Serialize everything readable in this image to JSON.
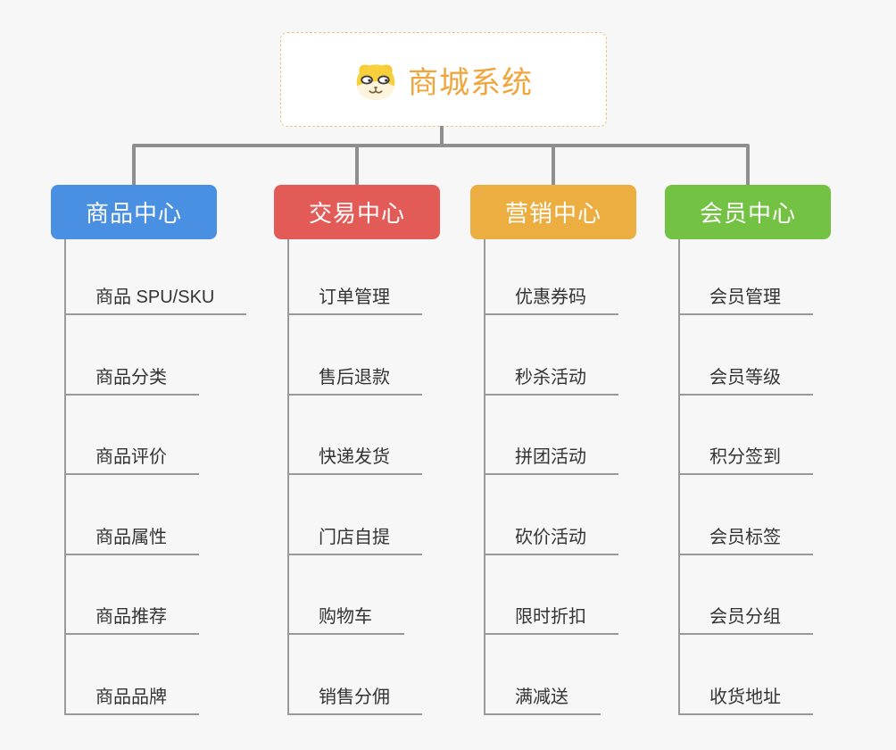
{
  "page": {
    "background": "#F7F7F7",
    "connector_color": "#8F8F8F"
  },
  "root": {
    "title": "商城系统",
    "icon": "doge-icon",
    "text_color": "#F0A63C",
    "border_color": "#EFC183"
  },
  "branches": [
    {
      "label": "商品中心",
      "color": "#4A90E2",
      "children": [
        "商品 SPU/SKU",
        "商品分类",
        "商品评价",
        "商品属性",
        "商品推荐",
        "商品品牌"
      ]
    },
    {
      "label": "交易中心",
      "color": "#E25B56",
      "children": [
        "订单管理",
        "售后退款",
        "快递发货",
        "门店自提",
        "购物车",
        "销售分佣"
      ]
    },
    {
      "label": "营销中心",
      "color": "#ECAE41",
      "children": [
        "优惠券码",
        "秒杀活动",
        "拼团活动",
        "砍价活动",
        "限时折扣",
        "满减送"
      ]
    },
    {
      "label": "会员中心",
      "color": "#74C243",
      "children": [
        "会员管理",
        "会员等级",
        "积分签到",
        "会员标签",
        "会员分组",
        "收货地址"
      ]
    }
  ]
}
